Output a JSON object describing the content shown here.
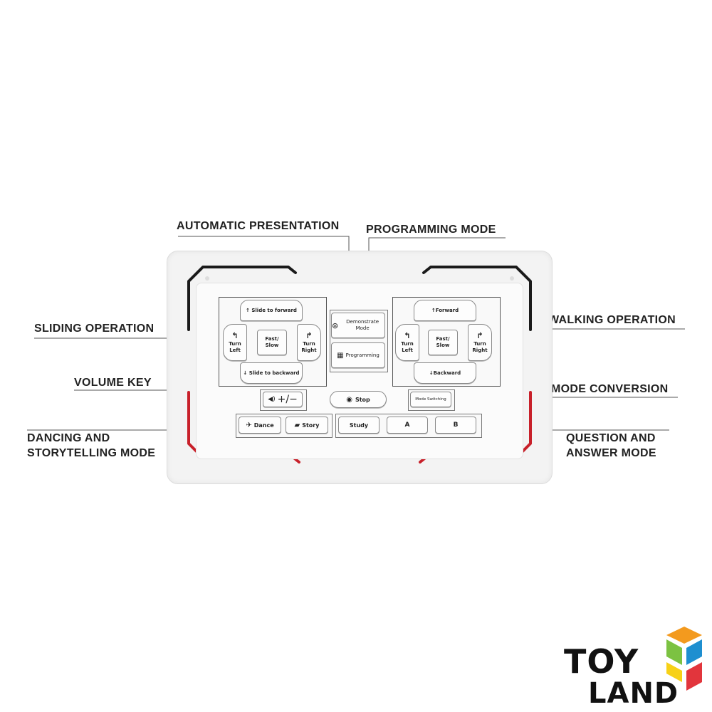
{
  "callouts": {
    "automatic_presentation": "AUTOMATIC PRESENTATION",
    "programming_mode": "PROGRAMMING MODE",
    "sliding_operation": "SLIDING OPERATION",
    "walking_operation": "WALKING OPERATION",
    "volume_key": "VOLUME KEY",
    "mode_conversion": "MODE CONVERSION",
    "dancing_line1": "DANCING AND",
    "dancing_line2": "STORYTELLING MODE",
    "qa_line1": "QUESTION AND",
    "qa_line2": "ANSWER MODE"
  },
  "left_pad": {
    "top": "Slide to forward",
    "left": "Turn Left",
    "center": "Fast/ Slow",
    "right": "Turn Right",
    "bottom": "Slide to backward"
  },
  "right_pad": {
    "top": "Forward",
    "left": "Turn Left",
    "center": "Fast/ Slow",
    "right": "Turn Right",
    "bottom": "Backward"
  },
  "center": {
    "demonstrate": "Demonstrate Mode",
    "programming": "Programming",
    "stop": "Stop"
  },
  "bottom": {
    "volume": "+/−",
    "mode_switching": "Mode Switching",
    "dance": "Dance",
    "story": "Story",
    "study": "Study",
    "a": "A",
    "b": "B"
  },
  "brand": {
    "line1": "TOY",
    "line2": "LAND"
  },
  "colors": {
    "accent_red": "#c8202a",
    "frame_black": "#1a1a1a",
    "cube_orange": "#f39a1e",
    "cube_green": "#7cc242",
    "cube_blue": "#1e8fd0",
    "cube_red": "#e2353c",
    "cube_yellow": "#f7d117"
  }
}
